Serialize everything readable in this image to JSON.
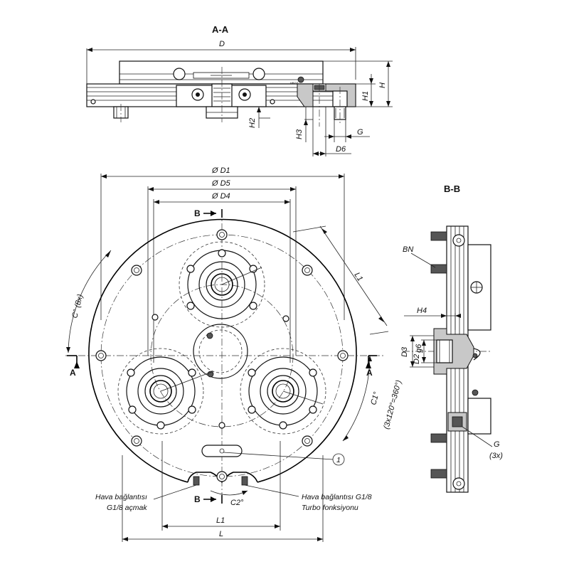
{
  "views": {
    "section_aa_title": "A-A",
    "section_bb_title": "B-B"
  },
  "dimensions": {
    "D": "D",
    "H": "H",
    "H1": "H1",
    "H2": "H2",
    "H3": "H3",
    "G": "G",
    "D6": "D6",
    "D1": "Ø D1",
    "D5": "Ø D5",
    "D4": "Ø D4",
    "L1_diag": "L1",
    "C8": "C° (8x)",
    "C1": "C1°",
    "C1_note": "(3x120°=360°)",
    "C2": "C2°",
    "L1": "L1",
    "L": "L",
    "BN": "BN",
    "H4": "H4",
    "D3": "D3",
    "D2": "D2",
    "D2_tol": "g6",
    "G3x_1": "G",
    "G3x_2": "(3x)"
  },
  "section_marks": {
    "A_left": "A",
    "A_right": "A",
    "B_top": "B",
    "B_bottom": "B"
  },
  "callouts": {
    "item_number": "1",
    "air_open_line1": "Hava bağlantısı",
    "air_open_line2": "G1/8 açmak",
    "air_turbo_line1": "Hava bağlantısı G1/8",
    "air_turbo_line2": "Turbo fonksiyonu"
  }
}
